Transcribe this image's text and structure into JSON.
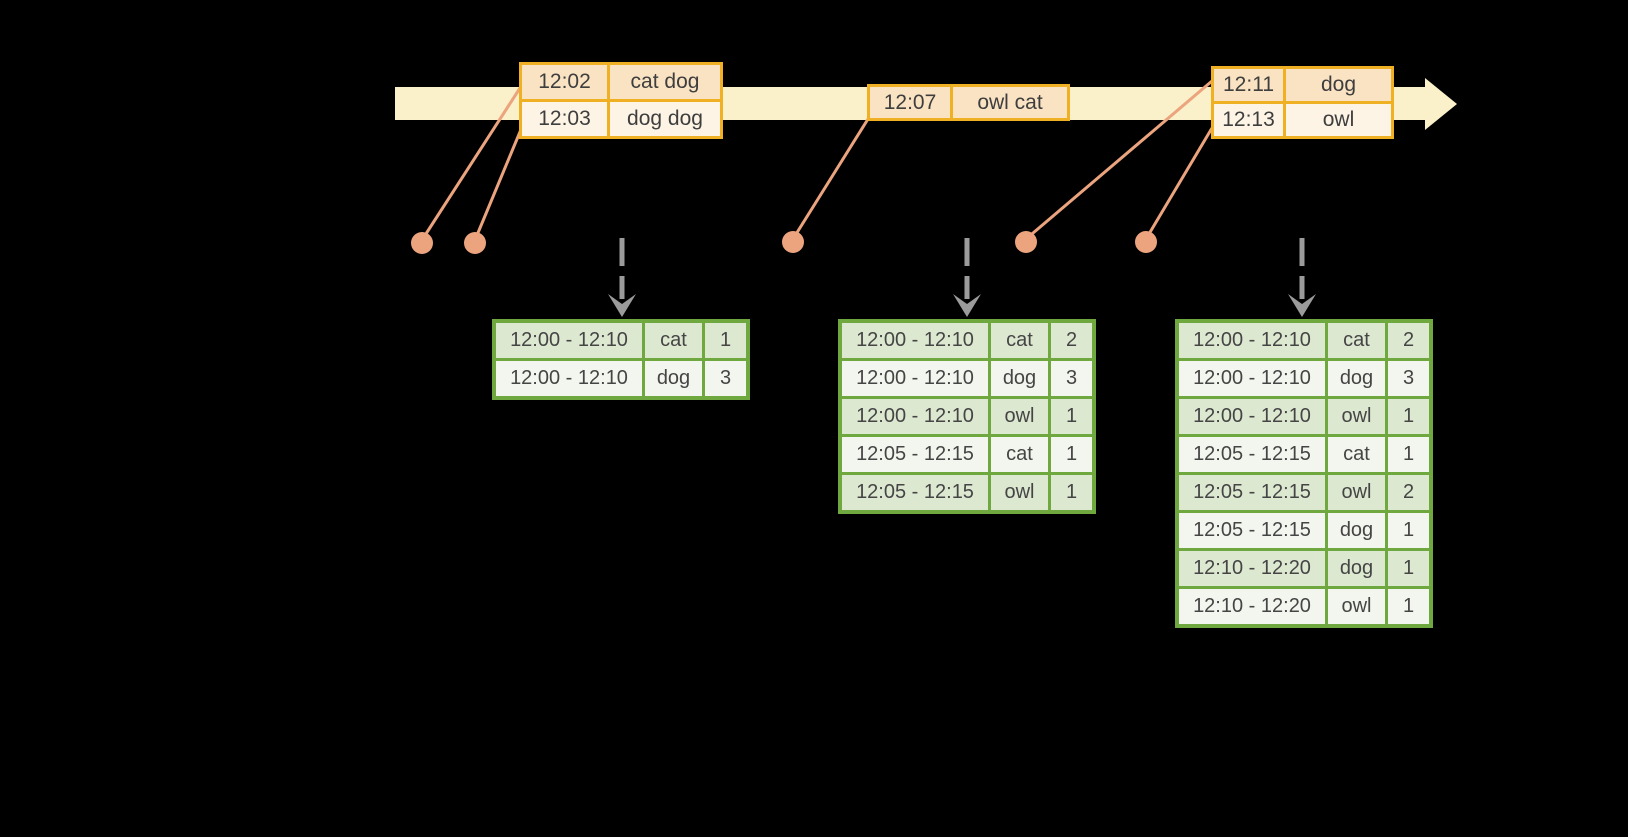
{
  "diagram": {
    "description": "Windowed grouped aggregation over an event-time stream: input events on a timeline map to word counts in 10-minute windows",
    "colors": {
      "background": "#000000",
      "timeline_fill": "#faf0c9",
      "event_table_border": "#f0b024",
      "event_row_dark": "#fae3c2",
      "event_row_light": "#fdf4e5",
      "event_dot": "#eba47e",
      "connector_line": "#eba47e",
      "trigger_arrow": "#9b9b9b",
      "result_table_border": "#6fa83f",
      "result_row_tint": "#dde8d1",
      "result_row_plain": "#f3f6ee",
      "text": "#3e3e3e"
    }
  },
  "timeline": {
    "events": [
      {
        "rows": [
          {
            "time": "12:02",
            "words": "cat dog"
          },
          {
            "time": "12:03",
            "words": "dog dog"
          }
        ]
      },
      {
        "rows": [
          {
            "time": "12:07",
            "words": "owl cat"
          }
        ]
      },
      {
        "rows": [
          {
            "time": "12:11",
            "words": "dog"
          },
          {
            "time": "12:13",
            "words": "owl"
          }
        ]
      }
    ]
  },
  "result_tables": [
    {
      "rows": [
        {
          "window": "12:00 - 12:10",
          "word": "cat",
          "count": "1"
        },
        {
          "window": "12:00 - 12:10",
          "word": "dog",
          "count": "3"
        }
      ]
    },
    {
      "rows": [
        {
          "window": "12:00 - 12:10",
          "word": "cat",
          "count": "2"
        },
        {
          "window": "12:00 - 12:10",
          "word": "dog",
          "count": "3"
        },
        {
          "window": "12:00 - 12:10",
          "word": "owl",
          "count": "1"
        },
        {
          "window": "12:05 - 12:15",
          "word": "cat",
          "count": "1"
        },
        {
          "window": "12:05 - 12:15",
          "word": "owl",
          "count": "1"
        }
      ]
    },
    {
      "rows": [
        {
          "window": "12:00 - 12:10",
          "word": "cat",
          "count": "2"
        },
        {
          "window": "12:00 - 12:10",
          "word": "dog",
          "count": "3"
        },
        {
          "window": "12:00 - 12:10",
          "word": "owl",
          "count": "1"
        },
        {
          "window": "12:05 - 12:15",
          "word": "cat",
          "count": "1"
        },
        {
          "window": "12:05 - 12:15",
          "word": "owl",
          "count": "2"
        },
        {
          "window": "12:05 - 12:15",
          "word": "dog",
          "count": "1"
        },
        {
          "window": "12:10 - 12:20",
          "word": "dog",
          "count": "1"
        },
        {
          "window": "12:10 - 12:20",
          "word": "owl",
          "count": "1"
        }
      ]
    }
  ]
}
